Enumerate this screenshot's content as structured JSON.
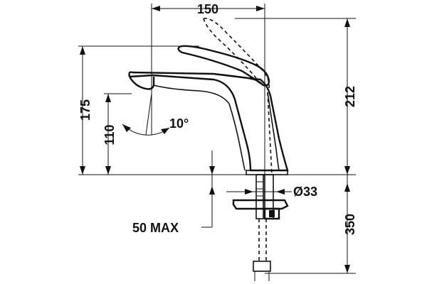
{
  "dimensions": {
    "top_width": "150",
    "left_height_total": "175",
    "left_height_spout": "110",
    "spout_angle": "10°",
    "right_height_total": "212",
    "base_diameter": "Ø33",
    "counter_max": "50 MAX",
    "hose_length": "350"
  },
  "colors": {
    "line": "#111111",
    "background": "#ffffff"
  }
}
